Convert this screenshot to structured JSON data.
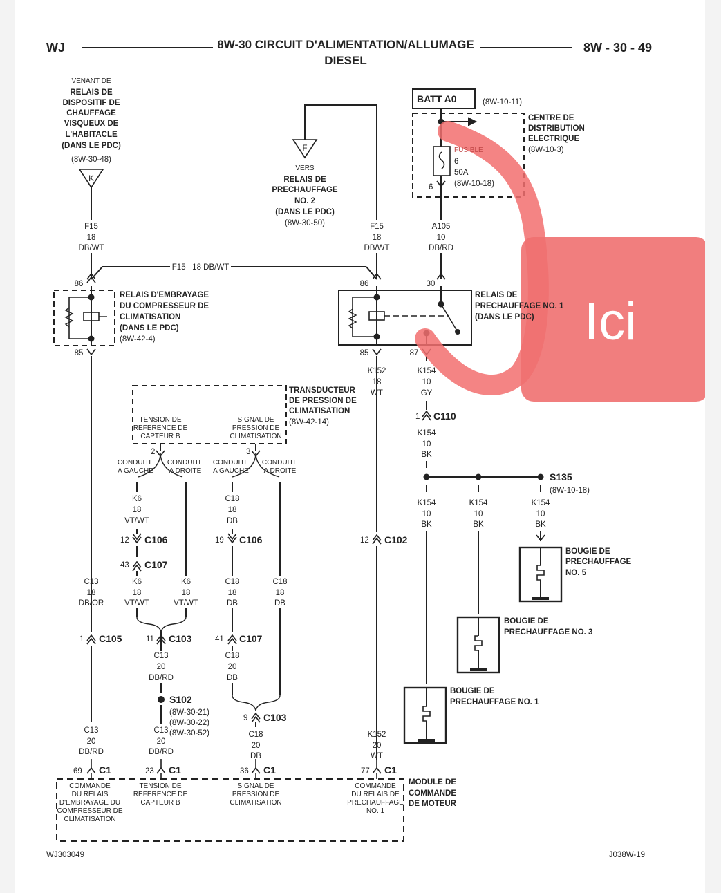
{
  "header": {
    "model": "WJ",
    "title": "8W-30 CIRCUIT D'ALIMENTATION/ALLUMAGE",
    "subtitle": "DIESEL",
    "page": "8W - 30 - 49"
  },
  "footer": {
    "left": "WJ303049",
    "right": "J038W-19"
  },
  "annotation": {
    "text": "Ici",
    "color": "#f07070"
  },
  "blocks": {
    "k_src": [
      "VENANT DE",
      "RELAIS DE",
      "DISPOSITIF DE",
      "CHAUFFAGE",
      "VISQUEUX DE",
      "L'HABITACLE",
      "(DANS LE PDC)",
      "(8W-30-48)"
    ],
    "f_dst": [
      "VERS",
      "RELAIS DE",
      "PRECHAUFFAGE",
      "NO. 2",
      "(DANS LE PDC)",
      "(8W-30-50)"
    ],
    "batt": "BATT A0",
    "batt_ref": "(8W-10-11)",
    "pdc": [
      "CENTRE DE",
      "DISTRIBUTION",
      "ELECTRIQUE",
      "(8W-10-3)"
    ],
    "fuse": [
      "FUSIBLE",
      "6",
      "50A",
      "(8W-10-18)"
    ],
    "fuse_pin": "6",
    "ac_relay": [
      "RELAIS D'EMBRAYAGE",
      "DU COMPRESSEUR DE",
      "CLIMATISATION",
      "(DANS LE PDC)",
      "(8W-42-4)"
    ],
    "pre_relay": [
      "RELAIS DE",
      "PRECHAUFFAGE NO. 1",
      "(DANS LE PDC)"
    ],
    "transducer": [
      "TRANSDUCTEUR",
      "DE PRESSION DE",
      "CLIMATISATION",
      "(8W-42-14)"
    ],
    "trans_left": [
      "TENSION DE",
      "REFERENCE DE",
      "CAPTEUR B"
    ],
    "trans_right": [
      "SIGNAL DE",
      "PRESSION DE",
      "CLIMATISATION"
    ],
    "glow5": [
      "BOUGIE DE",
      "PRECHAUFFAGE",
      "NO. 5"
    ],
    "glow3": [
      "BOUGIE DE",
      "PRECHAUFFAGE NO. 3"
    ],
    "glow1": [
      "BOUGIE DE",
      "PRECHAUFFAGE NO. 1"
    ],
    "s135_ref": "(8W-10-18)",
    "s102_refs": [
      "(8W-30-21)",
      "(8W-30-22)",
      "(8W-30-52)"
    ],
    "ecm": [
      "MODULE DE",
      "COMMANDE",
      "DE MOTEUR"
    ],
    "ecm_pin1": [
      "COMMANDE",
      "DU RELAIS",
      "D'EMBRAYAGE DU",
      "COMPRESSEUR DE",
      "CLIMATISATION"
    ],
    "ecm_pin2": [
      "TENSION DE",
      "REFERENCE DE",
      "CAPTEUR B"
    ],
    "ecm_pin3": [
      "SIGNAL DE",
      "PRESSION DE",
      "CLIMATISATION"
    ],
    "ecm_pin4": [
      "COMMANDE",
      "DU RELAIS DE",
      "PRECHAUFFAGE",
      "NO. 1"
    ]
  },
  "labels": {
    "K": "K",
    "F": "F",
    "f15": "F15",
    "n18": "18",
    "dbwt": "DB/WT",
    "f15_span": "F15   18 DB/WT",
    "p86": "86",
    "p85": "85",
    "p30": "30",
    "p87": "87",
    "a105": "A105",
    "n10": "10",
    "dbrd": "DB/RD",
    "k152": "K152",
    "wt": "WT",
    "k154": "K154",
    "gy": "GY",
    "bk": "BK",
    "c110": "C110",
    "p1": "1",
    "s135": "S135",
    "p2": "2",
    "p3": "3",
    "cond_g": [
      "CONDUITE",
      "A GAUCHE"
    ],
    "cond_d": [
      "CONDUITE",
      "A DROITE"
    ],
    "k6": "K6",
    "vtwt": "VT/WT",
    "c18": "C18",
    "db": "DB",
    "c106": "C106",
    "c107": "C107",
    "c102": "C102",
    "c105": "C105",
    "c103": "C103",
    "p12": "12",
    "p43": "43",
    "p19": "19",
    "p11": "11",
    "p41": "41",
    "p9": "9",
    "c13": "C13",
    "dbor": "DB/OR",
    "n20": "20",
    "s102": "S102",
    "c1": "C1",
    "p69": "69",
    "p23": "23",
    "p36": "36",
    "p77": "77"
  }
}
